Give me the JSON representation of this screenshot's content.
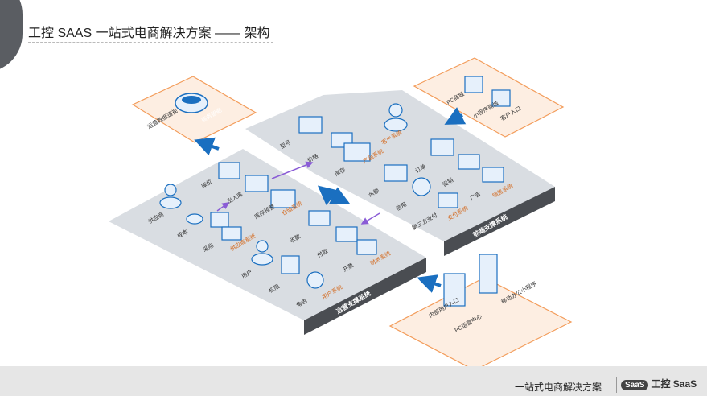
{
  "header": {
    "title": "工控 SAAS 一站式电商解决方案 —— 架构"
  },
  "footer": {
    "slogan": "一站式电商解决方案",
    "logo_badge": "SaaS",
    "logo_text": "工控 SaaS"
  },
  "colors": {
    "accent_blue": "#1a6fc0",
    "accent_orange": "#f39c5a",
    "orange_fill": "#fdeee2",
    "platform_fill": "#d9dde2",
    "dark_band": "#4a4d52"
  },
  "top_left_box": {
    "icon": "cloud-rocket-icon",
    "tag": "商务智能",
    "label": "运营数据透视"
  },
  "top_right_box": {
    "icons": [
      "store-icon",
      "phone-link-icon"
    ],
    "labels": [
      "PC商城",
      "小程序商城"
    ],
    "tag": "客户入口"
  },
  "bottom_right_box": {
    "icons": [
      "bar-chart-icon",
      "mobile-app-icon"
    ],
    "labels": [
      "PC运营中心",
      "移动办公小程序"
    ],
    "tag": "内部用户入口"
  },
  "front_platform": {
    "band_label": "运营支撑系统",
    "systems": [
      {
        "tag": "供应商系统",
        "items": [
          "供应商",
          "成本",
          "采购"
        ]
      },
      {
        "tag": "仓储系统",
        "items": [
          "库位",
          "出入库",
          "库存预警"
        ]
      },
      {
        "tag": "财务系统",
        "items": [
          "收款",
          "付款",
          "开票"
        ]
      },
      {
        "tag": "用户系统",
        "items": [
          "用户",
          "权限",
          "角色"
        ]
      }
    ]
  },
  "back_platform": {
    "band_label": "前端支撑系统",
    "systems": [
      {
        "tag": "产品系统",
        "items": [
          "型号",
          "价格",
          "库存"
        ]
      },
      {
        "tag": "客户系统",
        "items": []
      },
      {
        "tag": "销售系统",
        "items": [
          "订单",
          "促销",
          "广告"
        ]
      },
      {
        "tag": "支付系统",
        "items": [
          "余额",
          "信用",
          "第三方支付"
        ]
      }
    ]
  }
}
